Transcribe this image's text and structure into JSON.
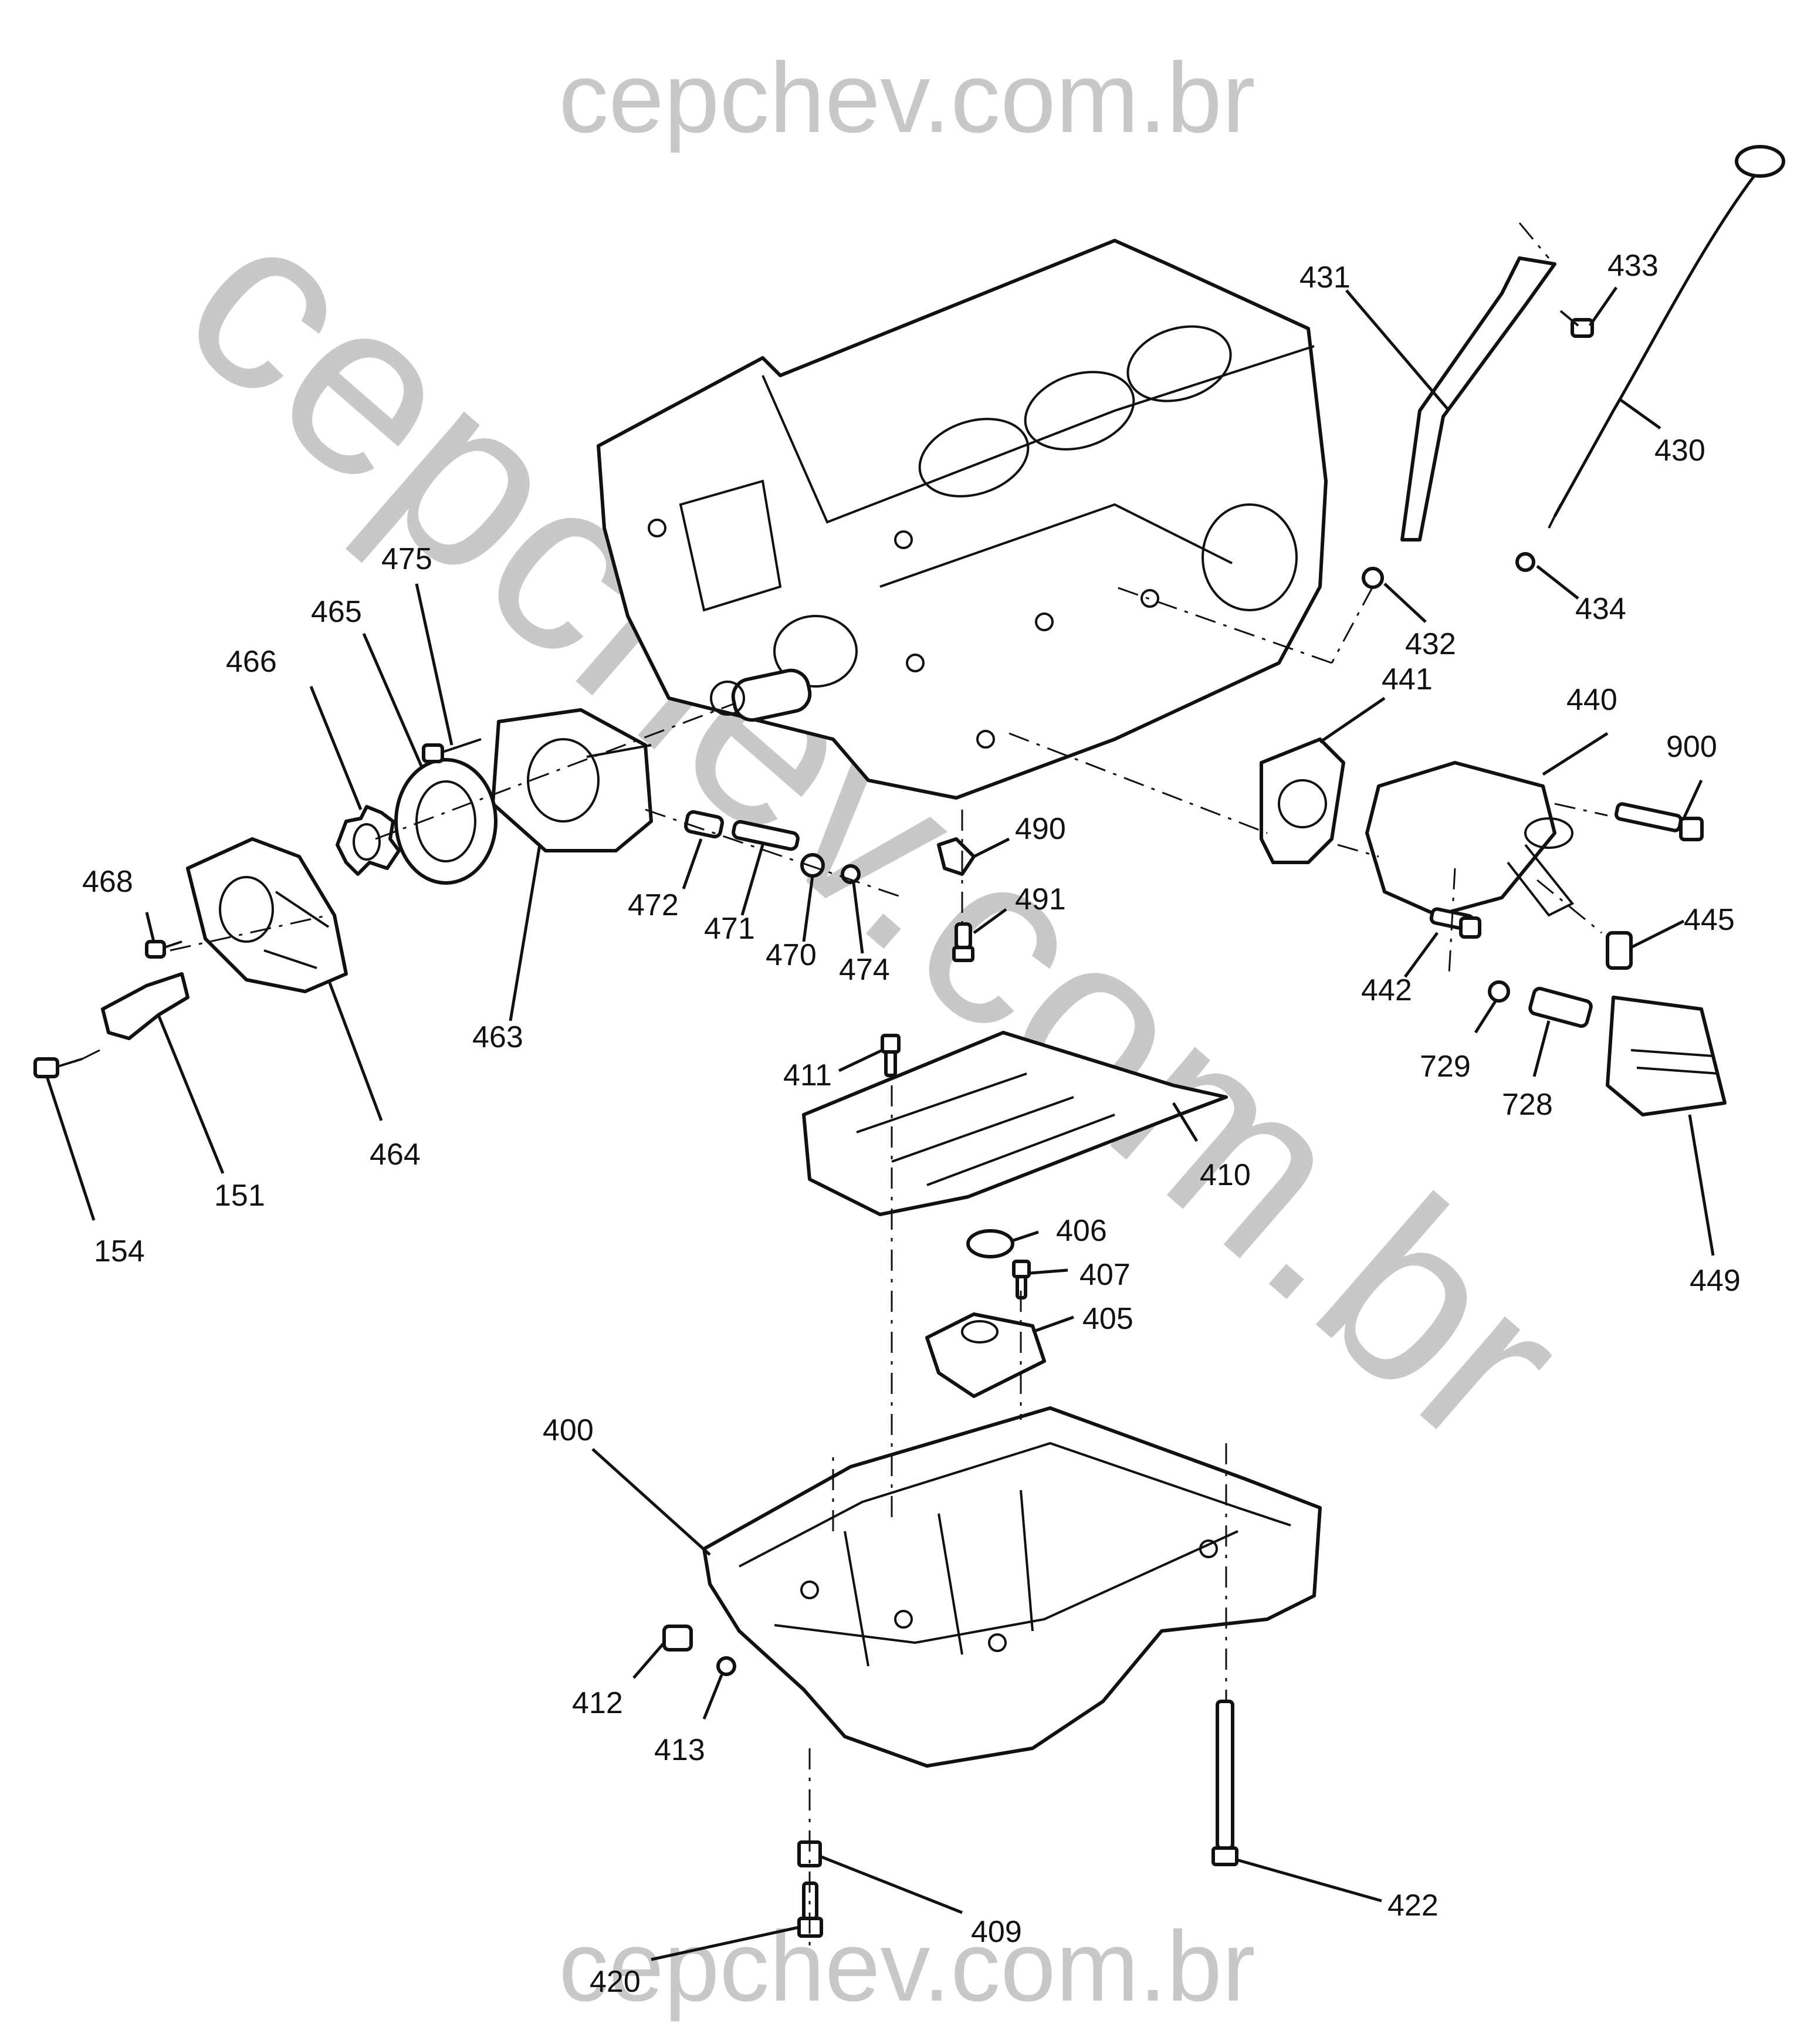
{
  "watermark": {
    "top": "cepchev.com.br",
    "bottom": "cepchev.com.br",
    "diagonal": "cepchev.com.br"
  },
  "callouts": [
    {
      "id": "431",
      "text": "431"
    },
    {
      "id": "433",
      "text": "433"
    },
    {
      "id": "430",
      "text": "430"
    },
    {
      "id": "434",
      "text": "434"
    },
    {
      "id": "432",
      "text": "432"
    },
    {
      "id": "475",
      "text": "475"
    },
    {
      "id": "465",
      "text": "465"
    },
    {
      "id": "466",
      "text": "466"
    },
    {
      "id": "441",
      "text": "441"
    },
    {
      "id": "440",
      "text": "440"
    },
    {
      "id": "900",
      "text": "900"
    },
    {
      "id": "468",
      "text": "468"
    },
    {
      "id": "490",
      "text": "490"
    },
    {
      "id": "472",
      "text": "472"
    },
    {
      "id": "471",
      "text": "471"
    },
    {
      "id": "470",
      "text": "470"
    },
    {
      "id": "474",
      "text": "474"
    },
    {
      "id": "491",
      "text": "491"
    },
    {
      "id": "445",
      "text": "445"
    },
    {
      "id": "442",
      "text": "442"
    },
    {
      "id": "463",
      "text": "463"
    },
    {
      "id": "154",
      "text": "154"
    },
    {
      "id": "151",
      "text": "151"
    },
    {
      "id": "464",
      "text": "464"
    },
    {
      "id": "411",
      "text": "411"
    },
    {
      "id": "729",
      "text": "729"
    },
    {
      "id": "728",
      "text": "728"
    },
    {
      "id": "410",
      "text": "410"
    },
    {
      "id": "406",
      "text": "406"
    },
    {
      "id": "407",
      "text": "407"
    },
    {
      "id": "405",
      "text": "405"
    },
    {
      "id": "449",
      "text": "449"
    },
    {
      "id": "400",
      "text": "400"
    },
    {
      "id": "412",
      "text": "412"
    },
    {
      "id": "413",
      "text": "413"
    },
    {
      "id": "422",
      "text": "422"
    },
    {
      "id": "409",
      "text": "409"
    },
    {
      "id": "420",
      "text": "420"
    }
  ]
}
